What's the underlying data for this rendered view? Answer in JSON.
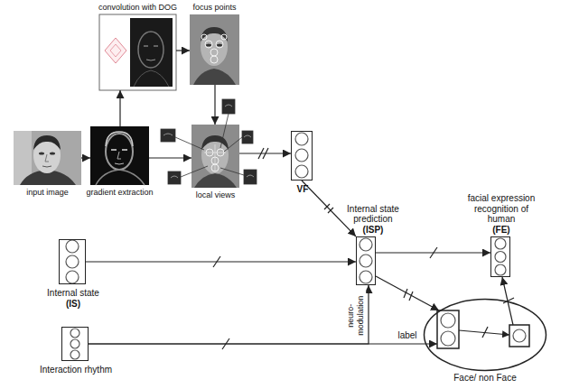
{
  "diagram": {
    "nodes": [
      {
        "text": [
          "input image"
        ]
      },
      {
        "text": [
          "gradient extraction"
        ]
      },
      {
        "text": [
          "convolution with DOG"
        ]
      },
      {
        "text": [
          "focus points"
        ]
      },
      {
        "text": [
          "local views"
        ]
      },
      {
        "text": [
          "VF"
        ]
      },
      {
        "text": [
          "Internal state prediction",
          "(ISP)"
        ]
      },
      {
        "text": [
          "facial expression recognition of human",
          "(FE)"
        ]
      },
      {
        "text": [
          "Internal state",
          "(IS)"
        ]
      },
      {
        "text": [
          "Interaction rhythm"
        ]
      },
      {
        "text": [
          "Face/ non Face"
        ]
      }
    ],
    "edges": [
      {
        "from": 0,
        "to": 1,
        "arrow": "to"
      },
      {
        "from": 1,
        "to": 2,
        "arrow": "to"
      },
      {
        "from": 2,
        "to": 3,
        "arrow": "to"
      },
      {
        "from": 3,
        "to": 4,
        "arrow": "to"
      },
      {
        "from": 1,
        "to": 4,
        "arrow": "to"
      },
      {
        "from": 4,
        "to": 5,
        "arrow": "to"
      },
      {
        "from": 5,
        "to": 6,
        "arrow": "to"
      },
      {
        "from": 8,
        "to": 6,
        "arrow": "to"
      },
      {
        "from": 6,
        "to": 7,
        "arrow": "to"
      },
      {
        "from": 6,
        "to": 10,
        "arrow": "to"
      },
      {
        "from": 9,
        "to": 10,
        "label": "label",
        "arrow": "to"
      },
      {
        "from": 9,
        "to": 6,
        "label": "neuro- modulation",
        "arrow": "to"
      },
      {
        "from": 10,
        "to": 7,
        "arrow": "to"
      }
    ]
  }
}
